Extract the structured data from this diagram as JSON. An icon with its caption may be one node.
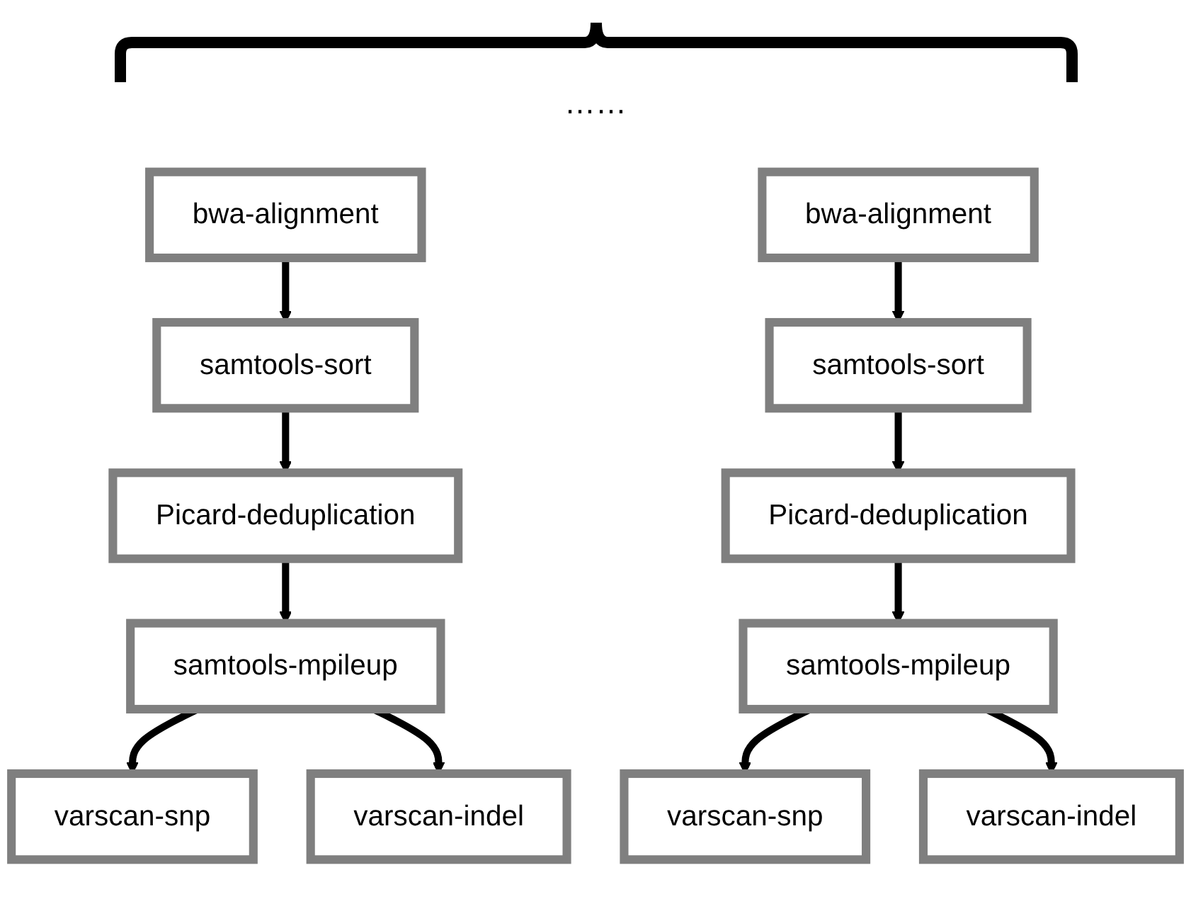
{
  "diagram": {
    "nodes": [
      {
        "text": [
          "bwa-alignment"
        ]
      },
      {
        "text": [
          "samtools-sort"
        ]
      },
      {
        "text": [
          "Picard-deduplication"
        ]
      },
      {
        "text": [
          "samtools-mpileup"
        ]
      },
      {
        "text": [
          "varscan-snp"
        ]
      },
      {
        "text": [
          "varscan-indel"
        ]
      },
      {
        "text": [
          "bwa-alignment"
        ]
      },
      {
        "text": [
          "samtools-sort"
        ]
      },
      {
        "text": [
          "Picard-deduplication"
        ]
      },
      {
        "text": [
          "samtools-mpileup"
        ]
      },
      {
        "text": [
          "varscan-snp"
        ]
      },
      {
        "text": [
          "varscan-indel"
        ]
      }
    ],
    "edges": [
      {
        "from": 0,
        "to": 1,
        "arrow": "to"
      },
      {
        "from": 1,
        "to": 2,
        "arrow": "to"
      },
      {
        "from": 2,
        "to": 3,
        "arrow": "to"
      },
      {
        "from": 3,
        "to": 4,
        "arrow": "to"
      },
      {
        "from": 3,
        "to": 5,
        "arrow": "to"
      },
      {
        "from": 6,
        "to": 7,
        "arrow": "to"
      },
      {
        "from": 7,
        "to": 8,
        "arrow": "to"
      },
      {
        "from": 8,
        "to": 9,
        "arrow": "to"
      },
      {
        "from": 9,
        "to": 10,
        "arrow": "to"
      },
      {
        "from": 9,
        "to": 11,
        "arrow": "to"
      }
    ],
    "labels": [
      "……"
    ]
  }
}
